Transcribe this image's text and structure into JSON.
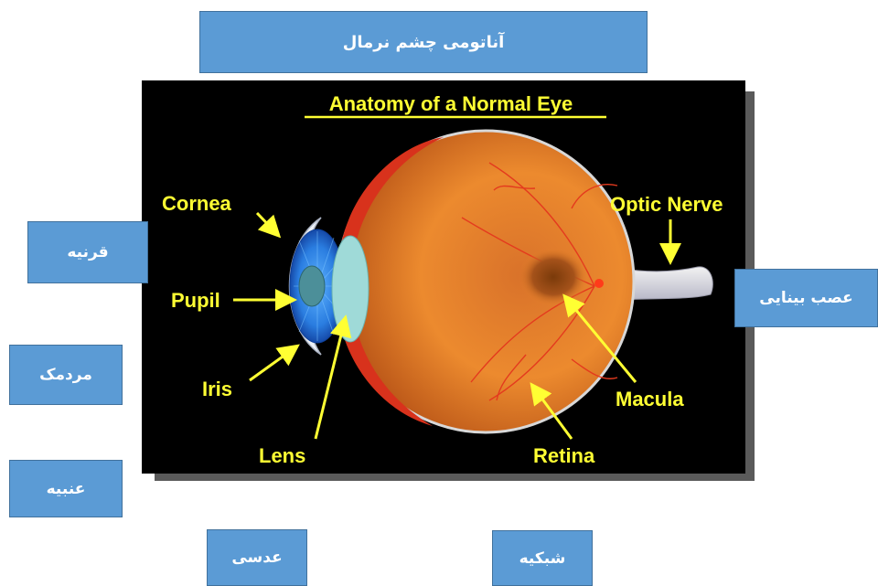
{
  "persian_title": "آناتومی چشم نرمال",
  "figure_title": "Anatomy of a Normal Eye",
  "english_labels": {
    "cornea": "Cornea",
    "pupil": "Pupil",
    "iris": "Iris",
    "lens": "Lens",
    "retina": "Retina",
    "macula": "Macula",
    "optic_nerve": "Optic Nerve"
  },
  "persian_labels": {
    "cornea": "قرنیه",
    "pupil": "مردمک",
    "iris": "عنبیه",
    "lens": "عدسی",
    "retina": "شبکیه",
    "optic_nerve": "عصب بینایی"
  },
  "colors": {
    "box_fill": "#5b9bd5",
    "label_yellow": "#ffff33",
    "eyeball_orange": "#e8832a",
    "iris_blue": "#2a7de0",
    "figure_background": "#000000"
  }
}
